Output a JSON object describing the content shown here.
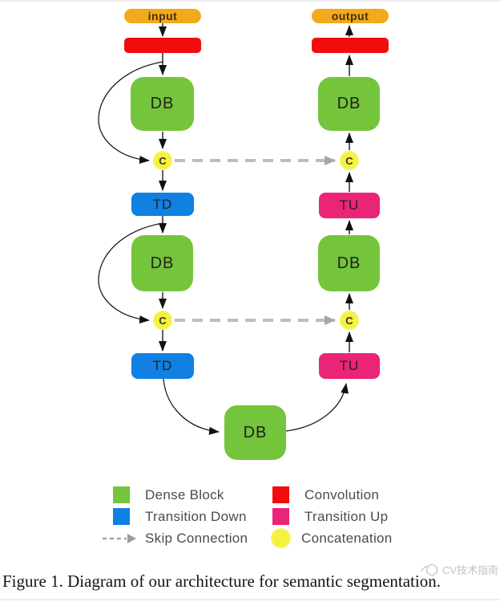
{
  "figure": {
    "caption": "Figure 1. Diagram of our architecture for semantic segmentation.",
    "watermark": "CV技术指南"
  },
  "diagram": {
    "input_label": "input",
    "output_label": "output",
    "labels": {
      "dense_block": "DB",
      "transition_down": "TD",
      "transition_up": "TU",
      "concatenation": "C"
    }
  },
  "legend": {
    "items": [
      {
        "label": "Dense Block",
        "swatch": "green-square",
        "color": "#74c43c"
      },
      {
        "label": "Transition Down",
        "swatch": "blue-square",
        "color": "#1080e2"
      },
      {
        "label": "Skip Connection",
        "swatch": "gray-dashed-arrow",
        "color": "#b5b5b5"
      },
      {
        "label": "Convolution",
        "swatch": "red-square",
        "color": "#f20d0d"
      },
      {
        "label": "Transition Up",
        "swatch": "pink-square",
        "color": "#ea2476"
      },
      {
        "label": "Concatenation",
        "swatch": "yellow-circle",
        "color": "#f6f33f"
      }
    ]
  },
  "colors": {
    "dense_block": "#74c43c",
    "transition_down": "#1080e2",
    "transition_up": "#ea2476",
    "convolution": "#f20d0d",
    "concatenation": "#f6f33f",
    "io_pill": "#f4a91c",
    "skip_connection": "#b5b5b5",
    "arrow": "#111111"
  }
}
